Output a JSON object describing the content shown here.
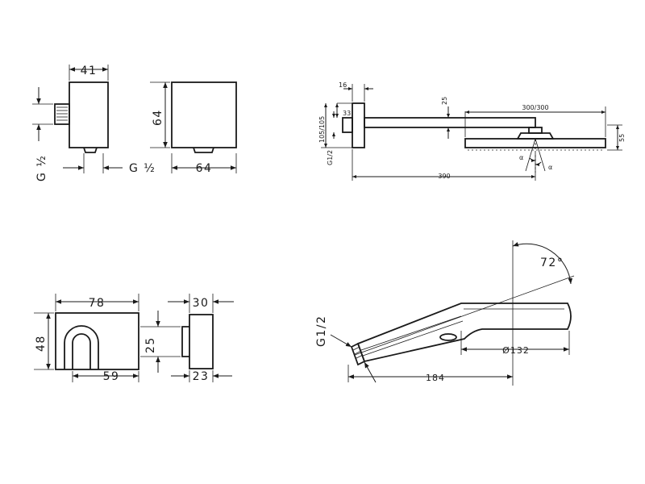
{
  "outlet_square": {
    "width": "41",
    "height": "64",
    "depth": "64",
    "thread_left": "G ½",
    "thread_right": "G ½"
  },
  "shower_arm": {
    "wall_offset": "16",
    "wall_plate_h": "33",
    "plate_dim": "105/105",
    "thread": "G1/2",
    "arm_thickness": "25",
    "head_size": "300/300",
    "head_height": "55",
    "arm_length": "390",
    "angle_a": "α",
    "angle_b": "α"
  },
  "holder": {
    "width": "78",
    "height": "48",
    "opening": "59",
    "side_height": "25",
    "side_depth": "30",
    "side_base": "23"
  },
  "hand_shower": {
    "thread": "G1/2",
    "angle": "72°",
    "diameter": "Ø132",
    "length": "184"
  }
}
